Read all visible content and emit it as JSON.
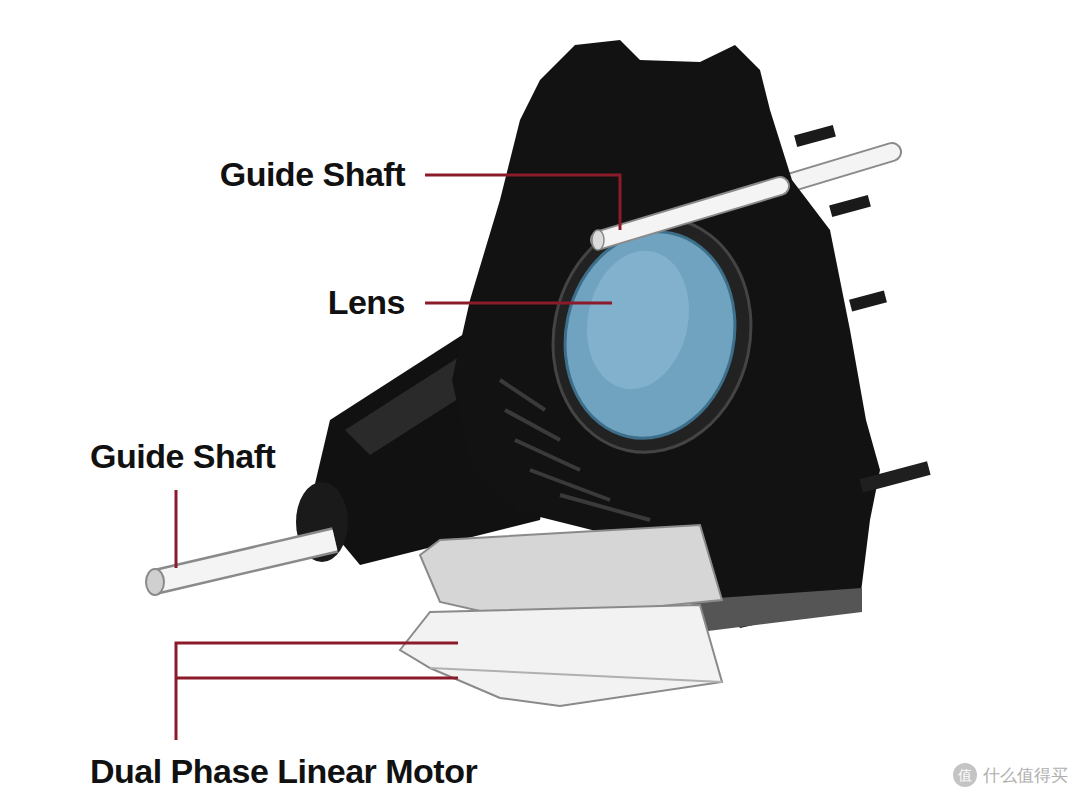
{
  "diagram": {
    "labels": [
      "Guide Shaft",
      "Lens",
      "Guide Shaft",
      "Dual Phase Linear Motor",
      "值",
      "什么值得买"
    ]
  }
}
